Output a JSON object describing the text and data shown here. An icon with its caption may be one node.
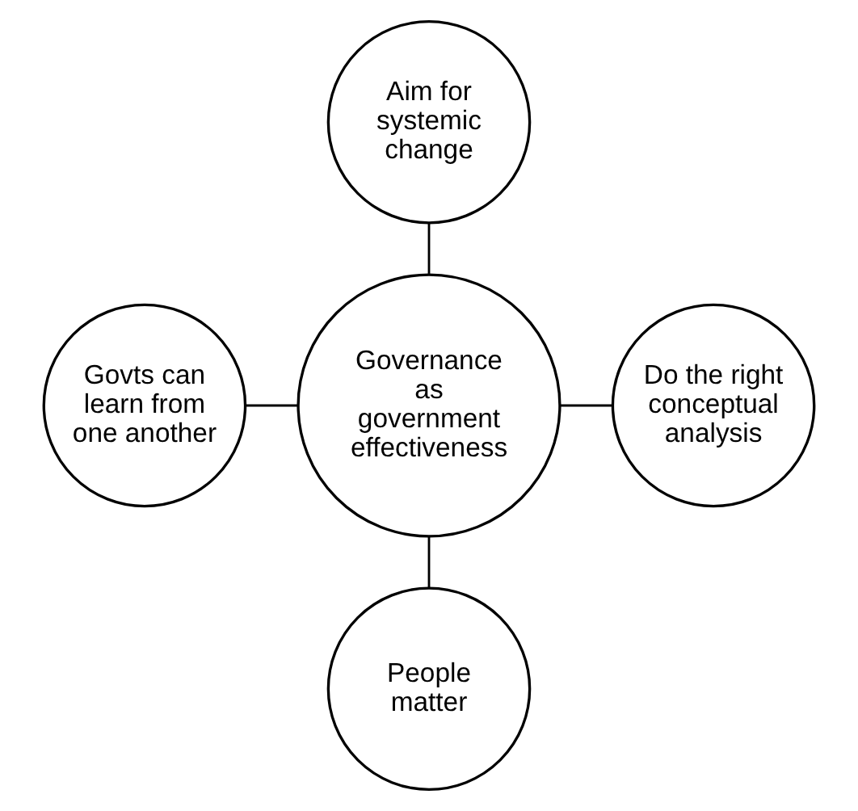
{
  "diagram": {
    "nodes": [
      {
        "text": [
          "Aim for systemic change"
        ]
      },
      {
        "text": [
          "Govts can learn from one another"
        ]
      },
      {
        "text": [
          "Governance as government effectiveness"
        ]
      },
      {
        "text": [
          "Do the right conceptual analysis"
        ]
      },
      {
        "text": [
          "People matter"
        ]
      }
    ],
    "edges": [
      {
        "from": 0,
        "to": 2,
        "arrow": "none"
      },
      {
        "from": 1,
        "to": 2,
        "arrow": "none"
      },
      {
        "from": 2,
        "to": 3,
        "arrow": "none"
      },
      {
        "from": 2,
        "to": 4,
        "arrow": "none"
      }
    ]
  }
}
